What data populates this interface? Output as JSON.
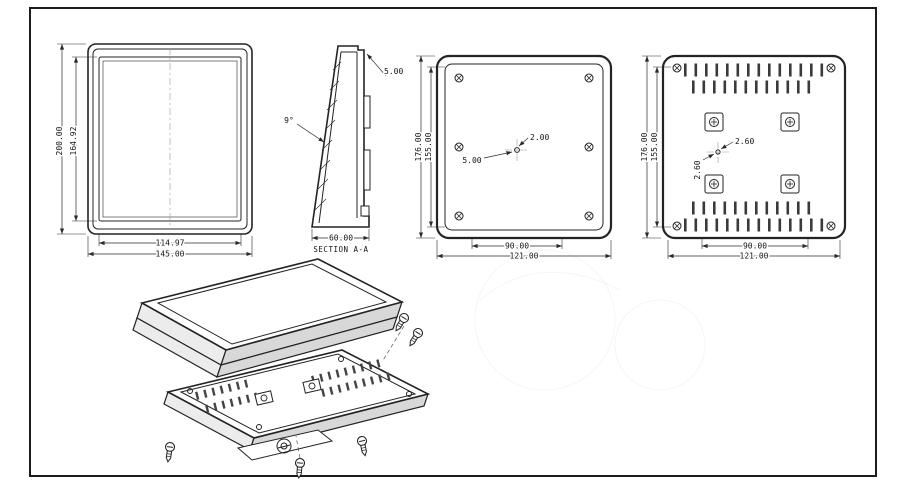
{
  "palette": {
    "line": "#232323",
    "background": "#ffffff"
  },
  "views": {
    "front": {
      "outer_height": "200.00",
      "inner_height": "164.92",
      "inner_width": "114.97",
      "outer_width": "145.00"
    },
    "section": {
      "angle": "9°",
      "top_thickness": "5.00",
      "depth": "60.00",
      "caption": "SECTION A-A"
    },
    "rear_mount": {
      "height": "176.00",
      "inner_height": "155.00",
      "offset_x": "2.00",
      "offset_y": "5.00",
      "span": "90.00",
      "width": "121.00"
    },
    "rear_vent": {
      "height": "176.00",
      "inner_height": "155.00",
      "offset_x": "2.60",
      "offset_y": "2.60",
      "span": "90.00",
      "width": "121.00"
    }
  }
}
